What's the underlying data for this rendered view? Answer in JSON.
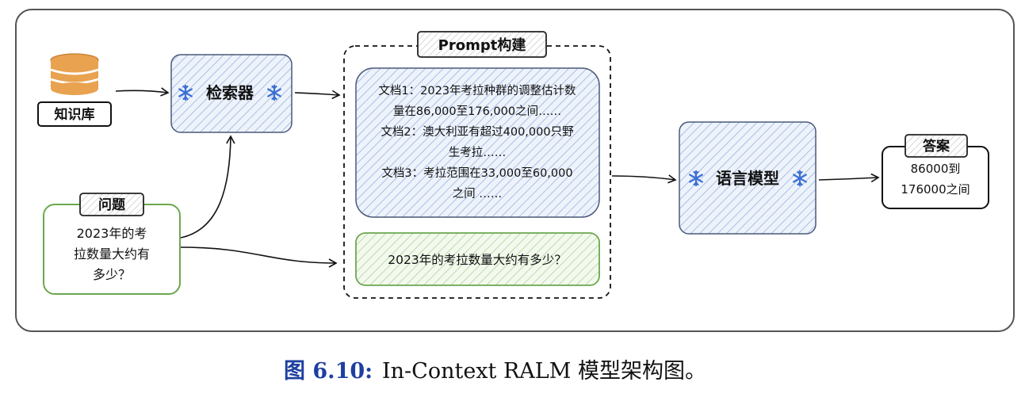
{
  "knowledge_base": {
    "label": "知识库"
  },
  "retriever": {
    "label": "检索器"
  },
  "question": {
    "tag": "问题",
    "lines": [
      "2023年的考",
      "拉数量大约有",
      "多少？"
    ]
  },
  "prompt": {
    "tag": "Prompt构建",
    "docs_lines": [
      "文档1：2023年考拉种群的调整估计数",
      "量在86,000至176,000之间……",
      "文档2：澳大利亚有超过400,000只野",
      "生考拉……",
      "文档3：考拉范围在33,000至60,000",
      "之间 ……"
    ],
    "question_text": "2023年的考拉数量大约有多少？"
  },
  "language_model": {
    "label": "语言模型"
  },
  "answer": {
    "tag": "答案",
    "lines": [
      "86000到",
      "176000之间"
    ]
  },
  "caption": {
    "number": "图 6.10:",
    "text": "In-Context RALM 模型架构图。"
  },
  "colors": {
    "blue_box": "#dbe6f7",
    "blue_stroke": "#4a5a7a",
    "green_stroke": "#6aa84f",
    "green_fill": "#e6f2dc",
    "orange_db": "#e9a24f",
    "snowflake": "#3b6fd4",
    "caption_blue": "#1f3fa0"
  },
  "icons": [
    "database-icon",
    "snowflake-icon",
    "arrow-icon"
  ]
}
